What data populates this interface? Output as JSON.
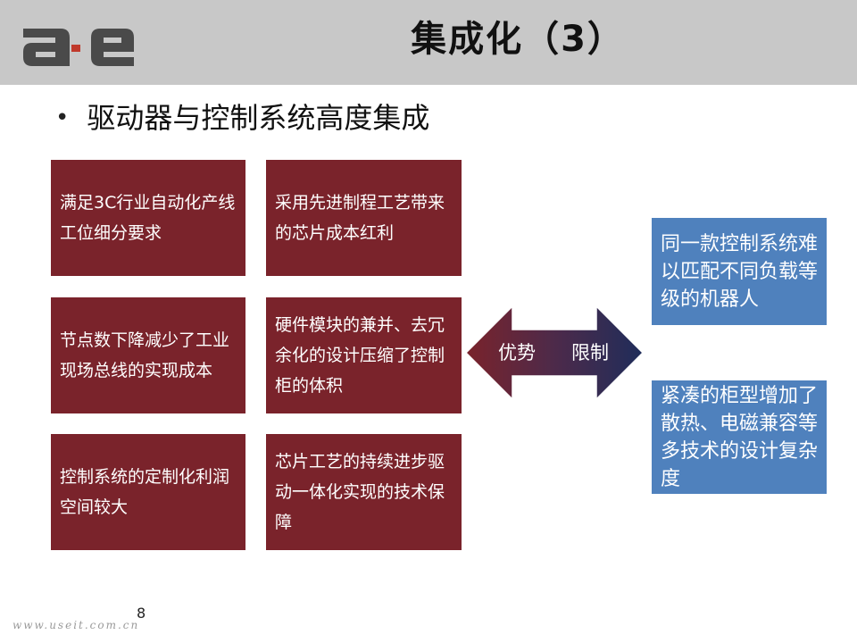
{
  "header": {
    "title": "集成化（3）",
    "logo_text": "a·e"
  },
  "bullet": {
    "text": "驱动器与控制系统高度集成"
  },
  "advantages": [
    {
      "text": "满足3C行业自动化产线工位细分要求"
    },
    {
      "text": "采用先进制程工艺带来的芯片成本红利"
    },
    {
      "text": "节点数下降减少了工业现场总线的实现成本"
    },
    {
      "text": "硬件模块的兼并、去冗余化的设计压缩了控制柜的体积"
    },
    {
      "text": "控制系统的定制化利润空间较大"
    },
    {
      "text": "芯片工艺的持续进步驱动一体化实现的技术保障"
    }
  ],
  "arrow": {
    "left_label": "优势",
    "right_label": "限制"
  },
  "limitations": [
    {
      "text": "同一款控制系统难以匹配不同负载等级的机器人"
    },
    {
      "text": "紧凑的柜型增加了散热、电磁兼容等多技术的设计复杂度"
    }
  ],
  "footer": {
    "page_number": "8",
    "watermark": "www.useit.com.cn"
  },
  "colors": {
    "header_bg": "#c8c8c8",
    "advantage_box": "#7a232b",
    "limitation_box": "#4f81bd",
    "logo": "#4a4a4a",
    "logo_dot": "#c0392b"
  }
}
